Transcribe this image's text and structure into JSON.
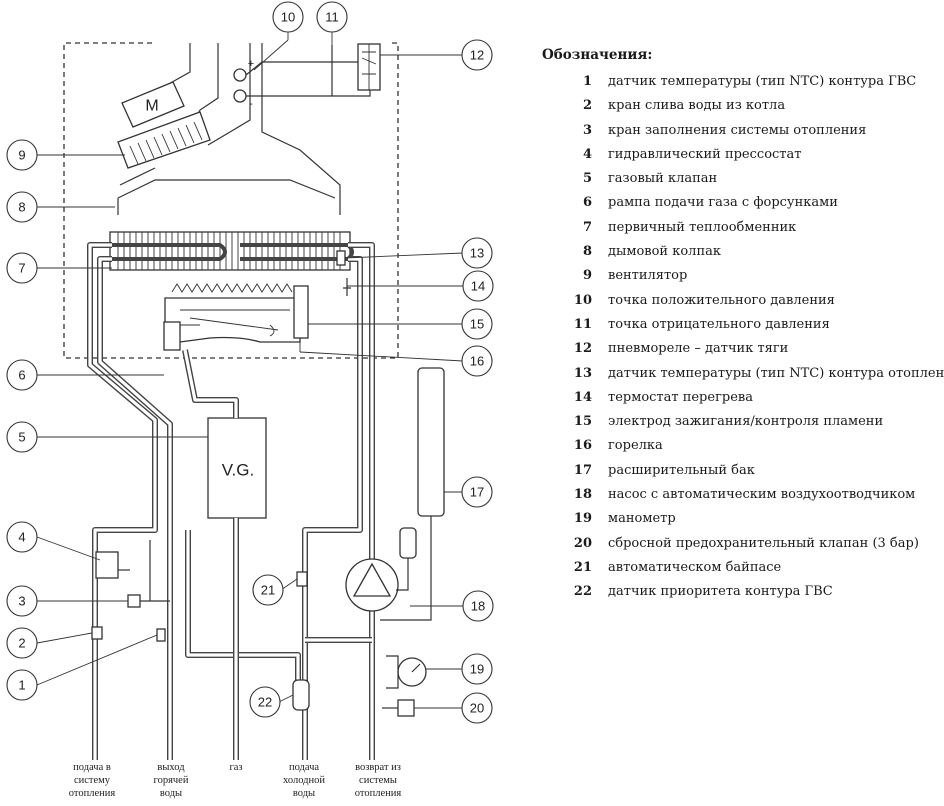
{
  "legend": {
    "title": "Обозначения:",
    "items": [
      {
        "num": "1",
        "text": "датчик температуры (тип NTC) контура ГВС"
      },
      {
        "num": "2",
        "text": "кран слива воды из котла"
      },
      {
        "num": "3",
        "text": "кран заполнения системы отопления"
      },
      {
        "num": "4",
        "text": "гидравлический прессостат"
      },
      {
        "num": "5",
        "text": "газовый клапан"
      },
      {
        "num": "6",
        "text": "рампа подачи газа с форсунками"
      },
      {
        "num": "7",
        "text": "первичный теплообменник"
      },
      {
        "num": "8",
        "text": "дымовой колпак"
      },
      {
        "num": "9",
        "text": "вентилятор"
      },
      {
        "num": "10",
        "text": "точка положительного давления"
      },
      {
        "num": "11",
        "text": "точка отрицательного давления"
      },
      {
        "num": "12",
        "text": "пневмореле – датчик тяги"
      },
      {
        "num": "13",
        "text": "датчик температуры (тип NTC) контура отопления"
      },
      {
        "num": "14",
        "text": "термостат перегрева"
      },
      {
        "num": "15",
        "text": "электрод зажигания/контроля пламени"
      },
      {
        "num": "16",
        "text": "горелка"
      },
      {
        "num": "17",
        "text": "расширительный бак"
      },
      {
        "num": "18",
        "text": "насос с автоматическим воздухоотводчиком"
      },
      {
        "num": "19",
        "text": "манометр"
      },
      {
        "num": "20",
        "text": "сбросной предохранительный клапан (3 бар)"
      },
      {
        "num": "21",
        "text": "автоматическом байпасе"
      },
      {
        "num": "22",
        "text": "датчик приоритета контура ГВС"
      }
    ]
  },
  "diagram": {
    "fan_label": "M",
    "valve_label": "V.G.",
    "plus_sign": "+",
    "minus_sign": "-",
    "bottom_labels": [
      [
        "подача в",
        "систему",
        "отопления"
      ],
      [
        "выход",
        "горячей",
        "воды"
      ],
      [
        "газ"
      ],
      [
        "подача",
        "холодной",
        "воды"
      ],
      [
        "возврат из",
        "системы",
        "отопления"
      ]
    ]
  }
}
